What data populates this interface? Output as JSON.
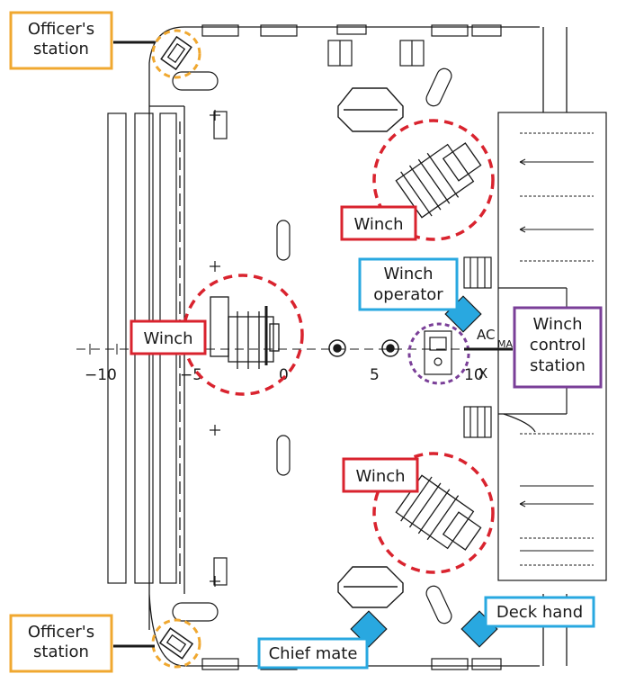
{
  "labels": {
    "officer_top": [
      "Officer's",
      "station"
    ],
    "officer_bottom": [
      "Officer's",
      "station"
    ],
    "winch_upper": "Winch",
    "winch_left": "Winch",
    "winch_lower": "Winch",
    "winch_operator": [
      "Winch",
      "operator"
    ],
    "winch_control": [
      "Winch",
      "control",
      "station"
    ],
    "chief_mate": "Chief mate",
    "deck_hand": "Deck hand"
  },
  "axis_ticks": [
    "−10",
    "−5",
    "0",
    "5",
    "10"
  ],
  "drawing_text": [
    "AC",
    "MA",
    "X"
  ],
  "colors": {
    "officer": "#f0a830",
    "winch": "#d9232e",
    "person": "#29a8e0",
    "control": "#7a3f98",
    "line": "#1a1a1a"
  }
}
